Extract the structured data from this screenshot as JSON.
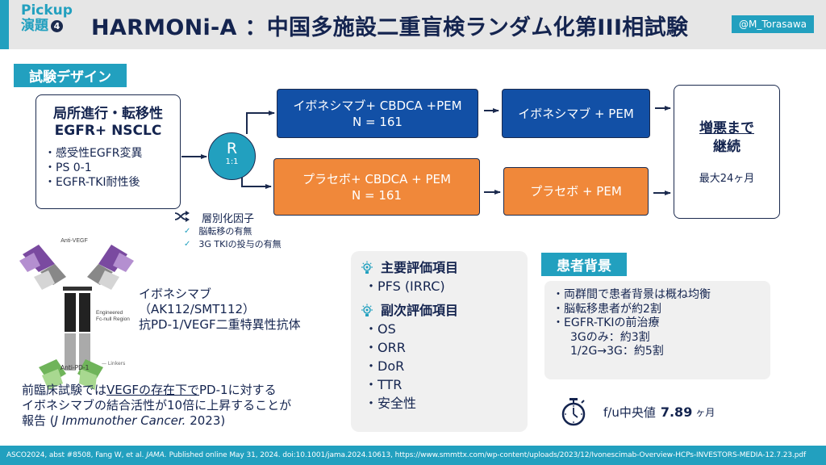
{
  "header": {
    "pickup_label": "Pickup",
    "session_label": "演題",
    "session_number": "4",
    "title": "HARMONi-A ：中国多施設二重盲検ランダム化第III相試験",
    "handle": "@M_Torasawa"
  },
  "design": {
    "section_label": "試験デザイン",
    "population": {
      "title_line1": "局所進行・転移性",
      "title_line2": "EGFR+ NSCLC",
      "criteria": [
        "・感受性EGFR変異",
        "・PS 0-1",
        "・EGFR-TKI耐性後"
      ]
    },
    "randomization": {
      "label": "R",
      "ratio": "1:1"
    },
    "arms": [
      {
        "name": "イボネシマブ+ CBDCA +PEM",
        "n": "N = 161",
        "color": "#1250a6"
      },
      {
        "name": "プラセボ+ CBDCA + PEM",
        "n": "N = 161",
        "color": "#f0883a"
      }
    ],
    "maintenance": [
      {
        "name": "イボネシマブ + PEM",
        "color": "#1250a6"
      },
      {
        "name": "プラセボ + PEM",
        "color": "#f0883a"
      }
    ],
    "continuation": {
      "title_line1": "増悪まで",
      "title_line2": "継続",
      "max": "最大24ヶ月"
    },
    "stratification": {
      "label": "層別化因子",
      "icon": "shuffle-icon",
      "factors": [
        "脳転移の有無",
        "3G TKIの投与の有無"
      ]
    }
  },
  "drug": {
    "figure_labels": {
      "top": "Anti-VEGF",
      "middle_line1": "Engineered",
      "middle_line2": "Fc-null Region",
      "bottom": "Anti-PD-1",
      "linkers": "Linkers"
    },
    "name": "イボネシマブ",
    "code": "（AK112/SMT112）",
    "description": "抗PD-1/VEGF二重特異性抗体"
  },
  "note": {
    "line1_prefix": "前臨床試験では",
    "line1_underlined": "VEGFの存在下で",
    "line1_suffix": "PD-1に対する",
    "line2": "イボネシマブの結合活性が10倍に上昇することが",
    "line3_prefix": "報告 (",
    "line3_journal": "J Immunother Cancer.",
    "line3_suffix": " 2023)"
  },
  "endpoints": {
    "primary_label": "主要評価項目",
    "primary": [
      "・PFS (IRRC)"
    ],
    "secondary_label": "副次評価項目",
    "secondary": [
      "・OS",
      "・ORR",
      "・DoR",
      "・TTR",
      "・安全性"
    ]
  },
  "patient": {
    "section_label": "患者背景",
    "items": [
      "・両群間で患者背景は概ね均衡",
      "・脳転移患者が約2割",
      "・EGFR-TKIの前治療"
    ],
    "sub_items": [
      "3Gのみ：約3割",
      "1/2G→3G：約5割"
    ]
  },
  "followup": {
    "label": "f/u中央値",
    "value": "7.89",
    "unit": "ヶ月"
  },
  "footer": {
    "prefix": "ASCO2024, abst #8508, Fang W, et al.",
    "journal": "JAMA.",
    "suffix": "Published online May 31, 2024. doi:10.1001/jama.2024.10613, https://www.smmttx.com/wp-content/uploads/2023/12/Ivonescimab-Overview-HCPs-INVESTORS-MEDIA-12.7.23.pdf"
  },
  "colors": {
    "accent": "#22a0bf",
    "navy": "#14244f",
    "blue_arm": "#1250a6",
    "orange_arm": "#f0883a"
  }
}
